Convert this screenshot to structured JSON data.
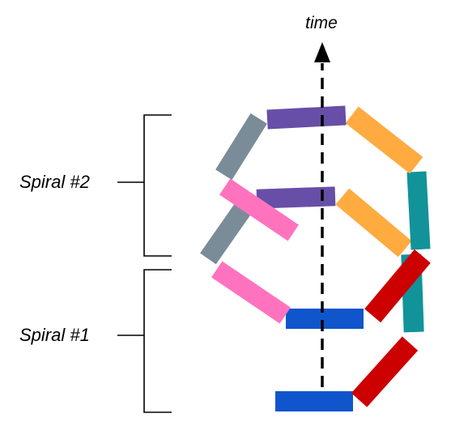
{
  "axis": {
    "label": "time"
  },
  "spirals": [
    {
      "label": "Spiral #2"
    },
    {
      "label": "Spiral #1"
    }
  ],
  "colors": {
    "blue": "#1155cc",
    "red": "#cc0000",
    "teal": "#119399",
    "orange": "#ffab40",
    "purple": "#674ea7",
    "pink": "#ff73be",
    "gray": "#7a8c98",
    "black": "#000000"
  },
  "segments": [
    {
      "id": "blue-bottom",
      "color": "blue"
    },
    {
      "id": "red-lower",
      "color": "red"
    },
    {
      "id": "teal-lower",
      "color": "teal"
    },
    {
      "id": "red-upper",
      "color": "red"
    },
    {
      "id": "blue-middle",
      "color": "blue"
    },
    {
      "id": "pink-lower",
      "color": "pink"
    },
    {
      "id": "gray-lower",
      "color": "gray"
    },
    {
      "id": "purple-lower",
      "color": "purple"
    },
    {
      "id": "orange-lower",
      "color": "orange"
    },
    {
      "id": "teal-upper",
      "color": "teal"
    },
    {
      "id": "orange-upper",
      "color": "orange"
    },
    {
      "id": "purple-upper",
      "color": "purple"
    },
    {
      "id": "gray-upper",
      "color": "gray"
    },
    {
      "id": "pink-upper",
      "color": "pink"
    }
  ]
}
